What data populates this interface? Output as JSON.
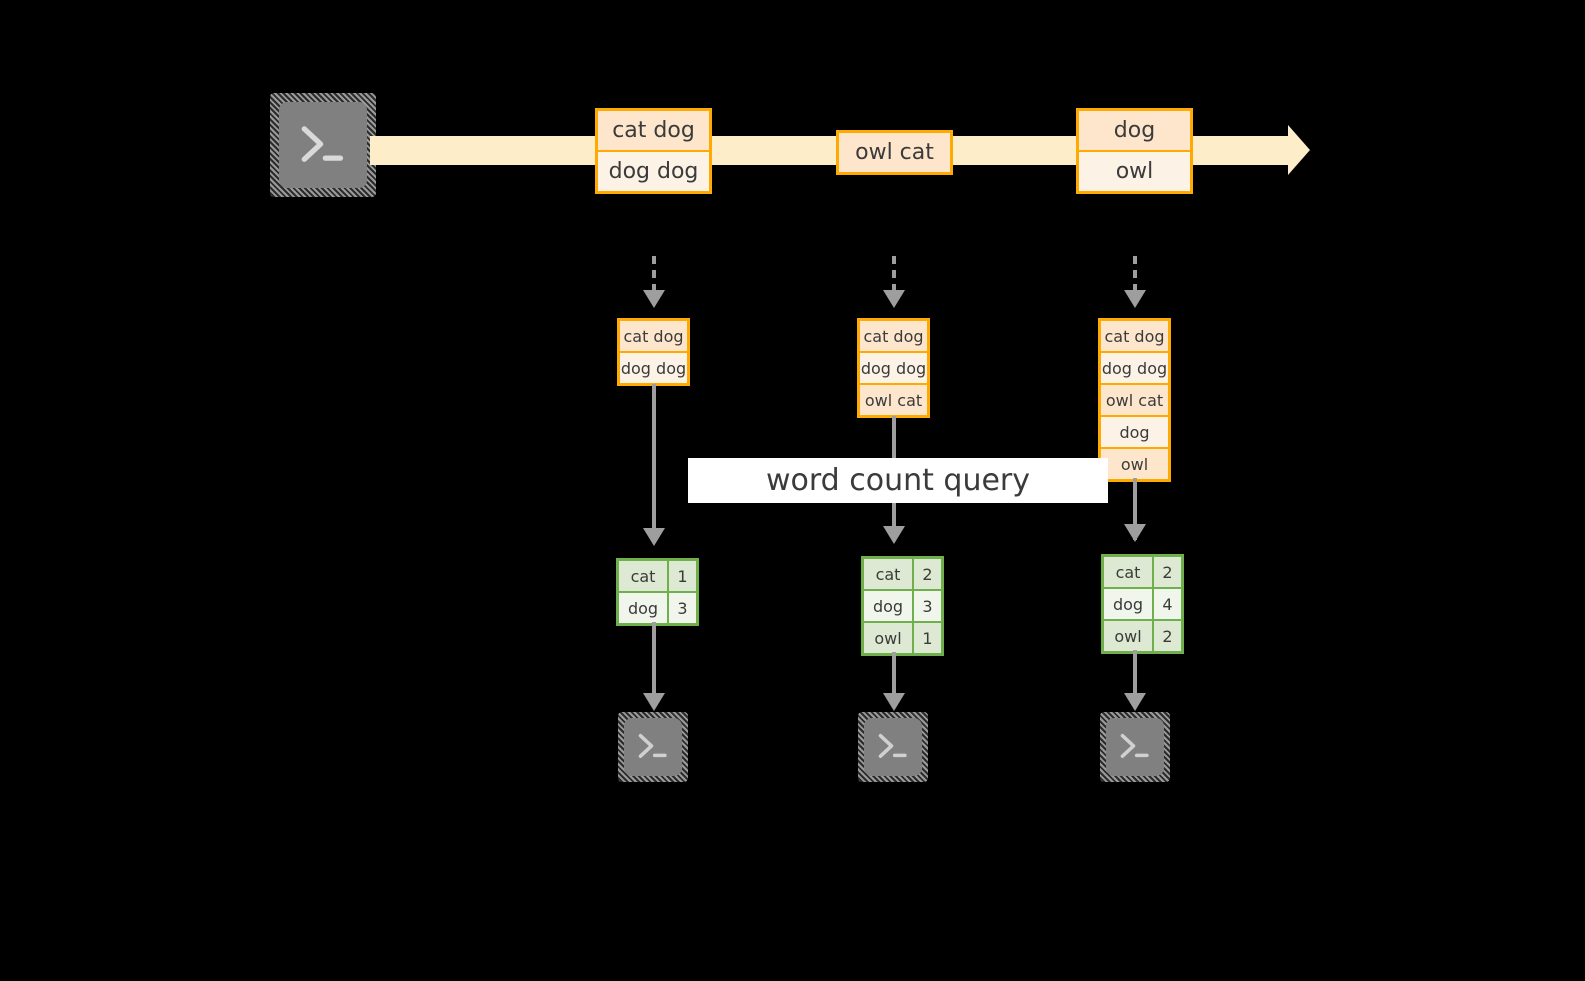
{
  "diagram": {
    "title": "word count query",
    "colors": {
      "background": "#000000",
      "stream_fill": "#FDEDC8",
      "record_border": "#FFAA00",
      "record_fill_dark": "#FDE6CC",
      "record_fill_light": "#FDF2E6",
      "result_border": "#6FAF4C",
      "result_fill_dark": "#DDE9D2",
      "result_fill_light": "#F1F6EC",
      "connector": "#9E9E9E",
      "terminal_gray": "#808080",
      "caption_bg": "#FFFFFF"
    }
  },
  "source": {
    "icon": "terminal-icon",
    "label": ""
  },
  "stream": {
    "icon": "stream-arrow-icon",
    "events": [
      {
        "id": "event-1",
        "rows": [
          {
            "text": "cat dog",
            "shade": "dark"
          },
          {
            "text": "dog dog",
            "shade": "light"
          }
        ]
      },
      {
        "id": "event-2",
        "rows": [
          {
            "text": "owl cat",
            "shade": "dark"
          }
        ]
      },
      {
        "id": "event-3",
        "rows": [
          {
            "text": "dog",
            "shade": "dark"
          },
          {
            "text": "owl",
            "shade": "light"
          }
        ]
      }
    ]
  },
  "snapshots": [
    {
      "id": "snapshot-1",
      "input_rows": [
        {
          "text": "cat dog",
          "shade": "dark"
        },
        {
          "text": "dog dog",
          "shade": "light"
        }
      ],
      "result": {
        "rows": [
          {
            "word": "cat",
            "count": "1",
            "shade": "dark"
          },
          {
            "word": "dog",
            "count": "3",
            "shade": "light"
          }
        ]
      },
      "sink_icon": "terminal-icon"
    },
    {
      "id": "snapshot-2",
      "input_rows": [
        {
          "text": "cat dog",
          "shade": "dark"
        },
        {
          "text": "dog dog",
          "shade": "light"
        },
        {
          "text": "owl cat",
          "shade": "dark"
        }
      ],
      "result": {
        "rows": [
          {
            "word": "cat",
            "count": "2",
            "shade": "dark"
          },
          {
            "word": "dog",
            "count": "3",
            "shade": "light"
          },
          {
            "word": "owl",
            "count": "1",
            "shade": "dark"
          }
        ]
      },
      "sink_icon": "terminal-icon"
    },
    {
      "id": "snapshot-3",
      "input_rows": [
        {
          "text": "cat dog",
          "shade": "dark"
        },
        {
          "text": "dog dog",
          "shade": "light"
        },
        {
          "text": "owl cat",
          "shade": "dark"
        },
        {
          "text": "dog",
          "shade": "light"
        },
        {
          "text": "owl",
          "shade": "dark"
        }
      ],
      "result": {
        "rows": [
          {
            "word": "cat",
            "count": "2",
            "shade": "dark"
          },
          {
            "word": "dog",
            "count": "4",
            "shade": "light"
          },
          {
            "word": "owl",
            "count": "2",
            "shade": "dark"
          }
        ]
      },
      "sink_icon": "terminal-icon"
    }
  ]
}
